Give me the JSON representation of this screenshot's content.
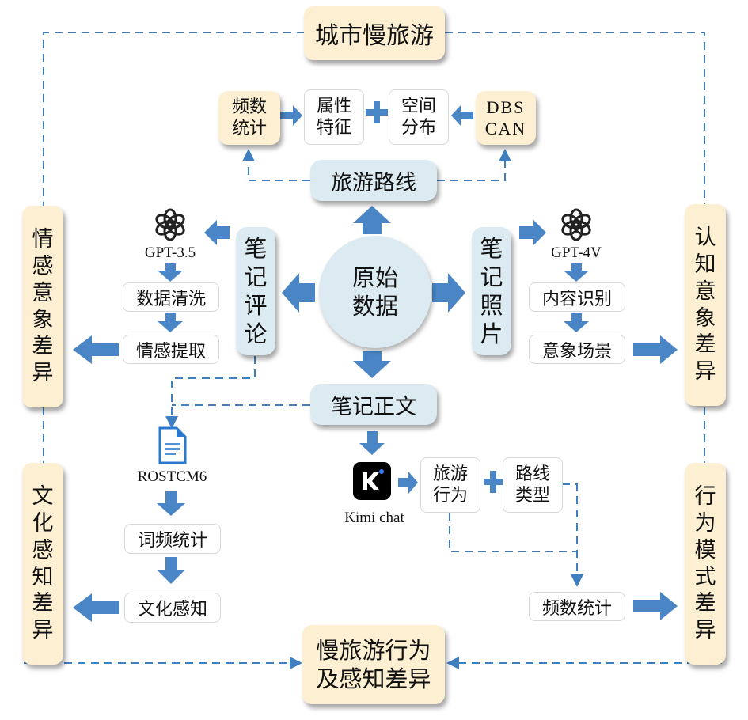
{
  "title": "城市慢旅游",
  "bottom_result": [
    "慢旅游行为",
    "及感知差异"
  ],
  "center": [
    "原始",
    "数据"
  ],
  "route": {
    "label": "旅游路线",
    "freq": [
      "频数",
      "统计"
    ],
    "attr": [
      "属性",
      "特征"
    ],
    "spatial": [
      "空间",
      "分布"
    ],
    "dbscan": [
      "DBS",
      "CAN"
    ],
    "plus": "+"
  },
  "comments": {
    "label": [
      "笔",
      "记",
      "评",
      "论"
    ],
    "tool": "GPT-3.5",
    "tool_icon": "openai-logo-icon",
    "steps": [
      "数据清洗",
      "情感提取"
    ]
  },
  "photos": {
    "label": [
      "笔",
      "记",
      "照",
      "片"
    ],
    "tool": "GPT-4V",
    "tool_icon": "openai-logo-icon",
    "steps": [
      "内容识别",
      "意象场景"
    ]
  },
  "text": {
    "label": "笔记正文",
    "tool": "Kimi chat",
    "tool_icon": "kimi-logo-icon",
    "behavior": [
      "旅游",
      "行为"
    ],
    "route_type": [
      "路线",
      "类型"
    ],
    "plus": "+",
    "freq": "频数统计"
  },
  "rost": {
    "tool": "ROSTCM6",
    "tool_icon": "document-icon",
    "steps": [
      "词频统计",
      "文化感知"
    ]
  },
  "side_boxes": {
    "emotion": [
      "情",
      "感",
      "意",
      "象",
      "差",
      "异"
    ],
    "culture": [
      "文",
      "化",
      "感",
      "知",
      "差",
      "异"
    ],
    "cognition": [
      "认",
      "知",
      "意",
      "象",
      "差",
      "异"
    ],
    "behavior": [
      "行",
      "为",
      "模",
      "式",
      "差",
      "异"
    ]
  },
  "colors": {
    "arrow": "#4a86c5",
    "dash": "#3f7fbf",
    "cream": "#fdf0d2",
    "light_blue": "#dceaf2"
  }
}
